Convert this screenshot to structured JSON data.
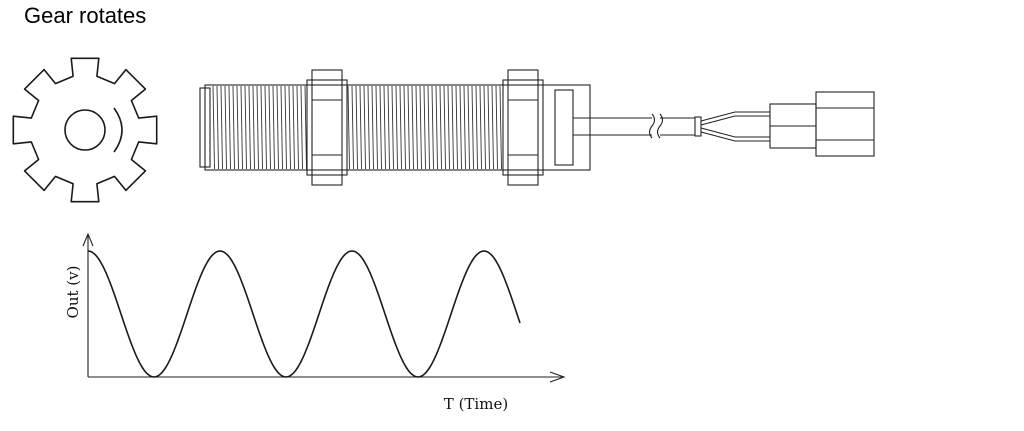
{
  "title": "Gear rotates",
  "waveform": {
    "ylabel": "Out (v)",
    "xlabel": "T (Time)"
  },
  "colors": {
    "line": "#1a1a1a",
    "background": "#ffffff"
  }
}
